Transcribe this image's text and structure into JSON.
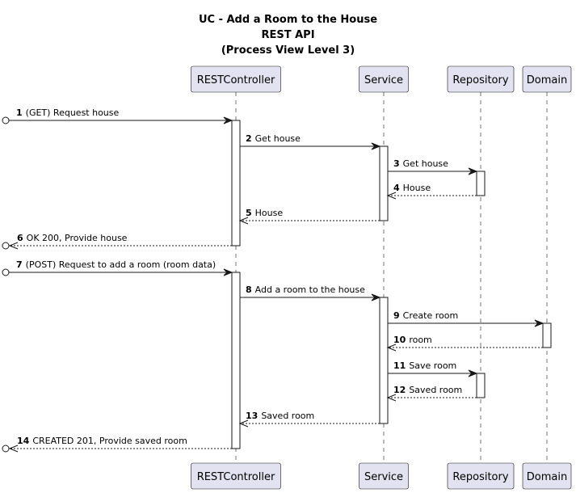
{
  "title": {
    "line1": "UC - Add a Room to the House",
    "line2": "REST API",
    "line3": "(Process View Level 3)"
  },
  "colors": {
    "participant_fill": "#E2E2F0",
    "participant_border": "#181818",
    "lifeline": "#181818",
    "arrow": "#181818"
  },
  "participants": [
    {
      "id": "rc",
      "label": "RESTController"
    },
    {
      "id": "svc",
      "label": "Service"
    },
    {
      "id": "repo",
      "label": "Repository"
    },
    {
      "id": "dom",
      "label": "Domain"
    }
  ],
  "messages": [
    {
      "num": "1",
      "text": "(GET) Request house",
      "from": "ext",
      "to": "rc",
      "type": "sync"
    },
    {
      "num": "2",
      "text": "Get house",
      "from": "rc",
      "to": "svc",
      "type": "sync"
    },
    {
      "num": "3",
      "text": "Get house",
      "from": "svc",
      "to": "repo",
      "type": "sync"
    },
    {
      "num": "4",
      "text": "House",
      "from": "repo",
      "to": "svc",
      "type": "return"
    },
    {
      "num": "5",
      "text": "House",
      "from": "svc",
      "to": "rc",
      "type": "return"
    },
    {
      "num": "6",
      "text": "OK 200, Provide house",
      "from": "rc",
      "to": "ext",
      "type": "return"
    },
    {
      "num": "7",
      "text": "(POST) Request to add a room (room data)",
      "from": "ext",
      "to": "rc",
      "type": "sync"
    },
    {
      "num": "8",
      "text": "Add a room to the house",
      "from": "rc",
      "to": "svc",
      "type": "sync"
    },
    {
      "num": "9",
      "text": "Create room",
      "from": "svc",
      "to": "dom",
      "type": "sync"
    },
    {
      "num": "10",
      "text": "room",
      "from": "dom",
      "to": "svc",
      "type": "return"
    },
    {
      "num": "11",
      "text": "Save room",
      "from": "svc",
      "to": "repo",
      "type": "sync"
    },
    {
      "num": "12",
      "text": "Saved room",
      "from": "repo",
      "to": "svc",
      "type": "return"
    },
    {
      "num": "13",
      "text": "Saved room",
      "from": "svc",
      "to": "rc",
      "type": "return"
    },
    {
      "num": "14",
      "text": "CREATED 201, Provide saved room",
      "from": "rc",
      "to": "ext",
      "type": "return"
    }
  ]
}
